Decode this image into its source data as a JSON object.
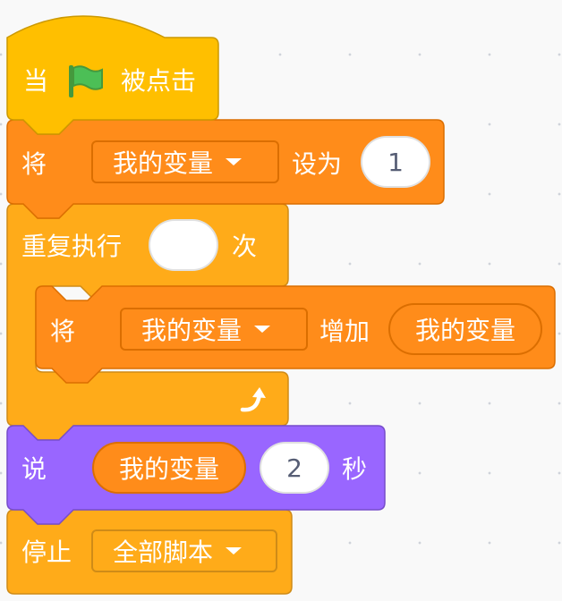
{
  "hat": {
    "prefix": "当",
    "suffix": "被点击",
    "flag_icon": "green-flag-icon"
  },
  "set_block": {
    "label": "将",
    "variable": "我的变量",
    "action": "设为",
    "value": "1"
  },
  "repeat_block": {
    "label": "重复执行",
    "times": "",
    "suffix": "次",
    "loop_icon": "loop-arrow-icon"
  },
  "change_block": {
    "label": "将",
    "variable": "我的变量",
    "action": "增加",
    "reporter": "我的变量"
  },
  "say_block": {
    "label": "说",
    "reporter": "我的变量",
    "seconds": "2",
    "suffix": "秒"
  },
  "stop_block": {
    "label": "停止",
    "option": "全部脚本"
  },
  "colors": {
    "events": "#ffbf00",
    "variables": "#ff8c1a",
    "control": "#ffab19",
    "looks": "#9966ff"
  }
}
